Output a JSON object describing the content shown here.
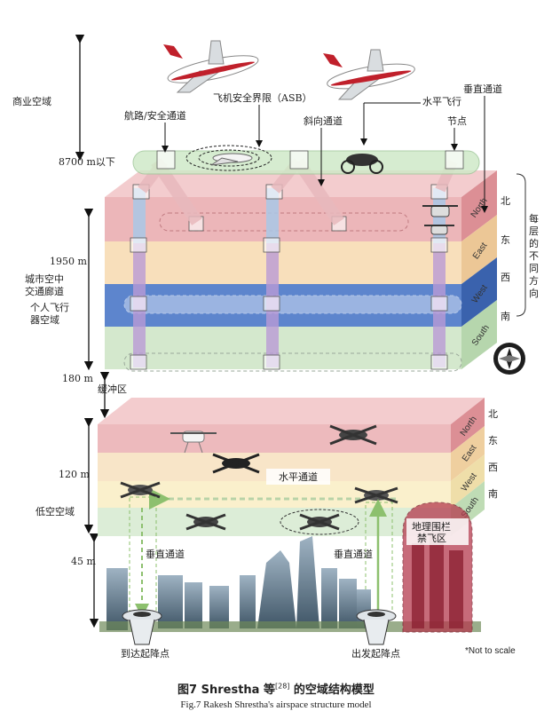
{
  "labels": {
    "commercial_airspace": "商业空域",
    "altitude_8700": "8700 m以下",
    "route_safety_channel": "航路/安全通道",
    "asb": "飞机安全界限（ASB）",
    "oblique_channel": "斜向通道",
    "horizontal_flight": "水平飞行",
    "vertical_channel_top": "垂直通道",
    "node": "节点",
    "altitude_1950": "1950 m",
    "urban_corridor_1": "城市空中",
    "urban_corridor_2": "交通廊道",
    "personal_aircraft_1": "个人飞行",
    "personal_aircraft_2": "器空域",
    "altitude_180": "180 m",
    "buffer_zone": "缓冲区",
    "horizontal_channel": "水平通道",
    "altitude_120": "120 m",
    "low_airspace": "低空空域",
    "altitude_45": "45 m",
    "vertical_channel_left": "垂直通道",
    "vertical_channel_right": "垂直通道",
    "geofence_1": "地理围栏",
    "geofence_2": "禁飞区",
    "arrival_point": "到达起降点",
    "departure_point": "出发起降点",
    "not_to_scale": "*Not to scale"
  },
  "directions_upper": {
    "en": [
      "North",
      "East",
      "West",
      "South"
    ],
    "cn": [
      "北",
      "东",
      "西",
      "南"
    ]
  },
  "directions_lower": {
    "en": [
      "North",
      "East",
      "West",
      "South"
    ],
    "cn": [
      "北",
      "东",
      "西",
      "南"
    ]
  },
  "side_note_chars": [
    "每",
    "层",
    "的",
    "不",
    "同",
    "方",
    "向"
  ],
  "caption": {
    "cn_prefix": "图7   Shrestha 等",
    "cn_ref": "[28]",
    "cn_suffix": " 的空域结构模型",
    "en": "Fig.7   Rakesh Shrestha's airspace structure model"
  },
  "colors": {
    "north": "#e9a9ad",
    "east": "#f7dcb4",
    "west": "#4b78c8",
    "south": "#cfe6c8",
    "top_tube": "#cfe9c8",
    "vertical_blue": "#a9c8e6",
    "vertical_purple": "#b99ad6",
    "geofence": "#b53a4e",
    "up_arrow": "#8dc06e"
  }
}
